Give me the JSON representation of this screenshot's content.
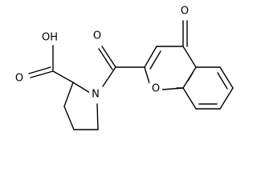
{
  "molecule": {
    "atom_labels": {
      "carboxylic_oh": "OH",
      "carboxylic_o": "O",
      "ring_nitrogen": "N",
      "amide_o": "O",
      "chromone_ketone_o": "O",
      "chromone_ring_o": "O"
    }
  }
}
